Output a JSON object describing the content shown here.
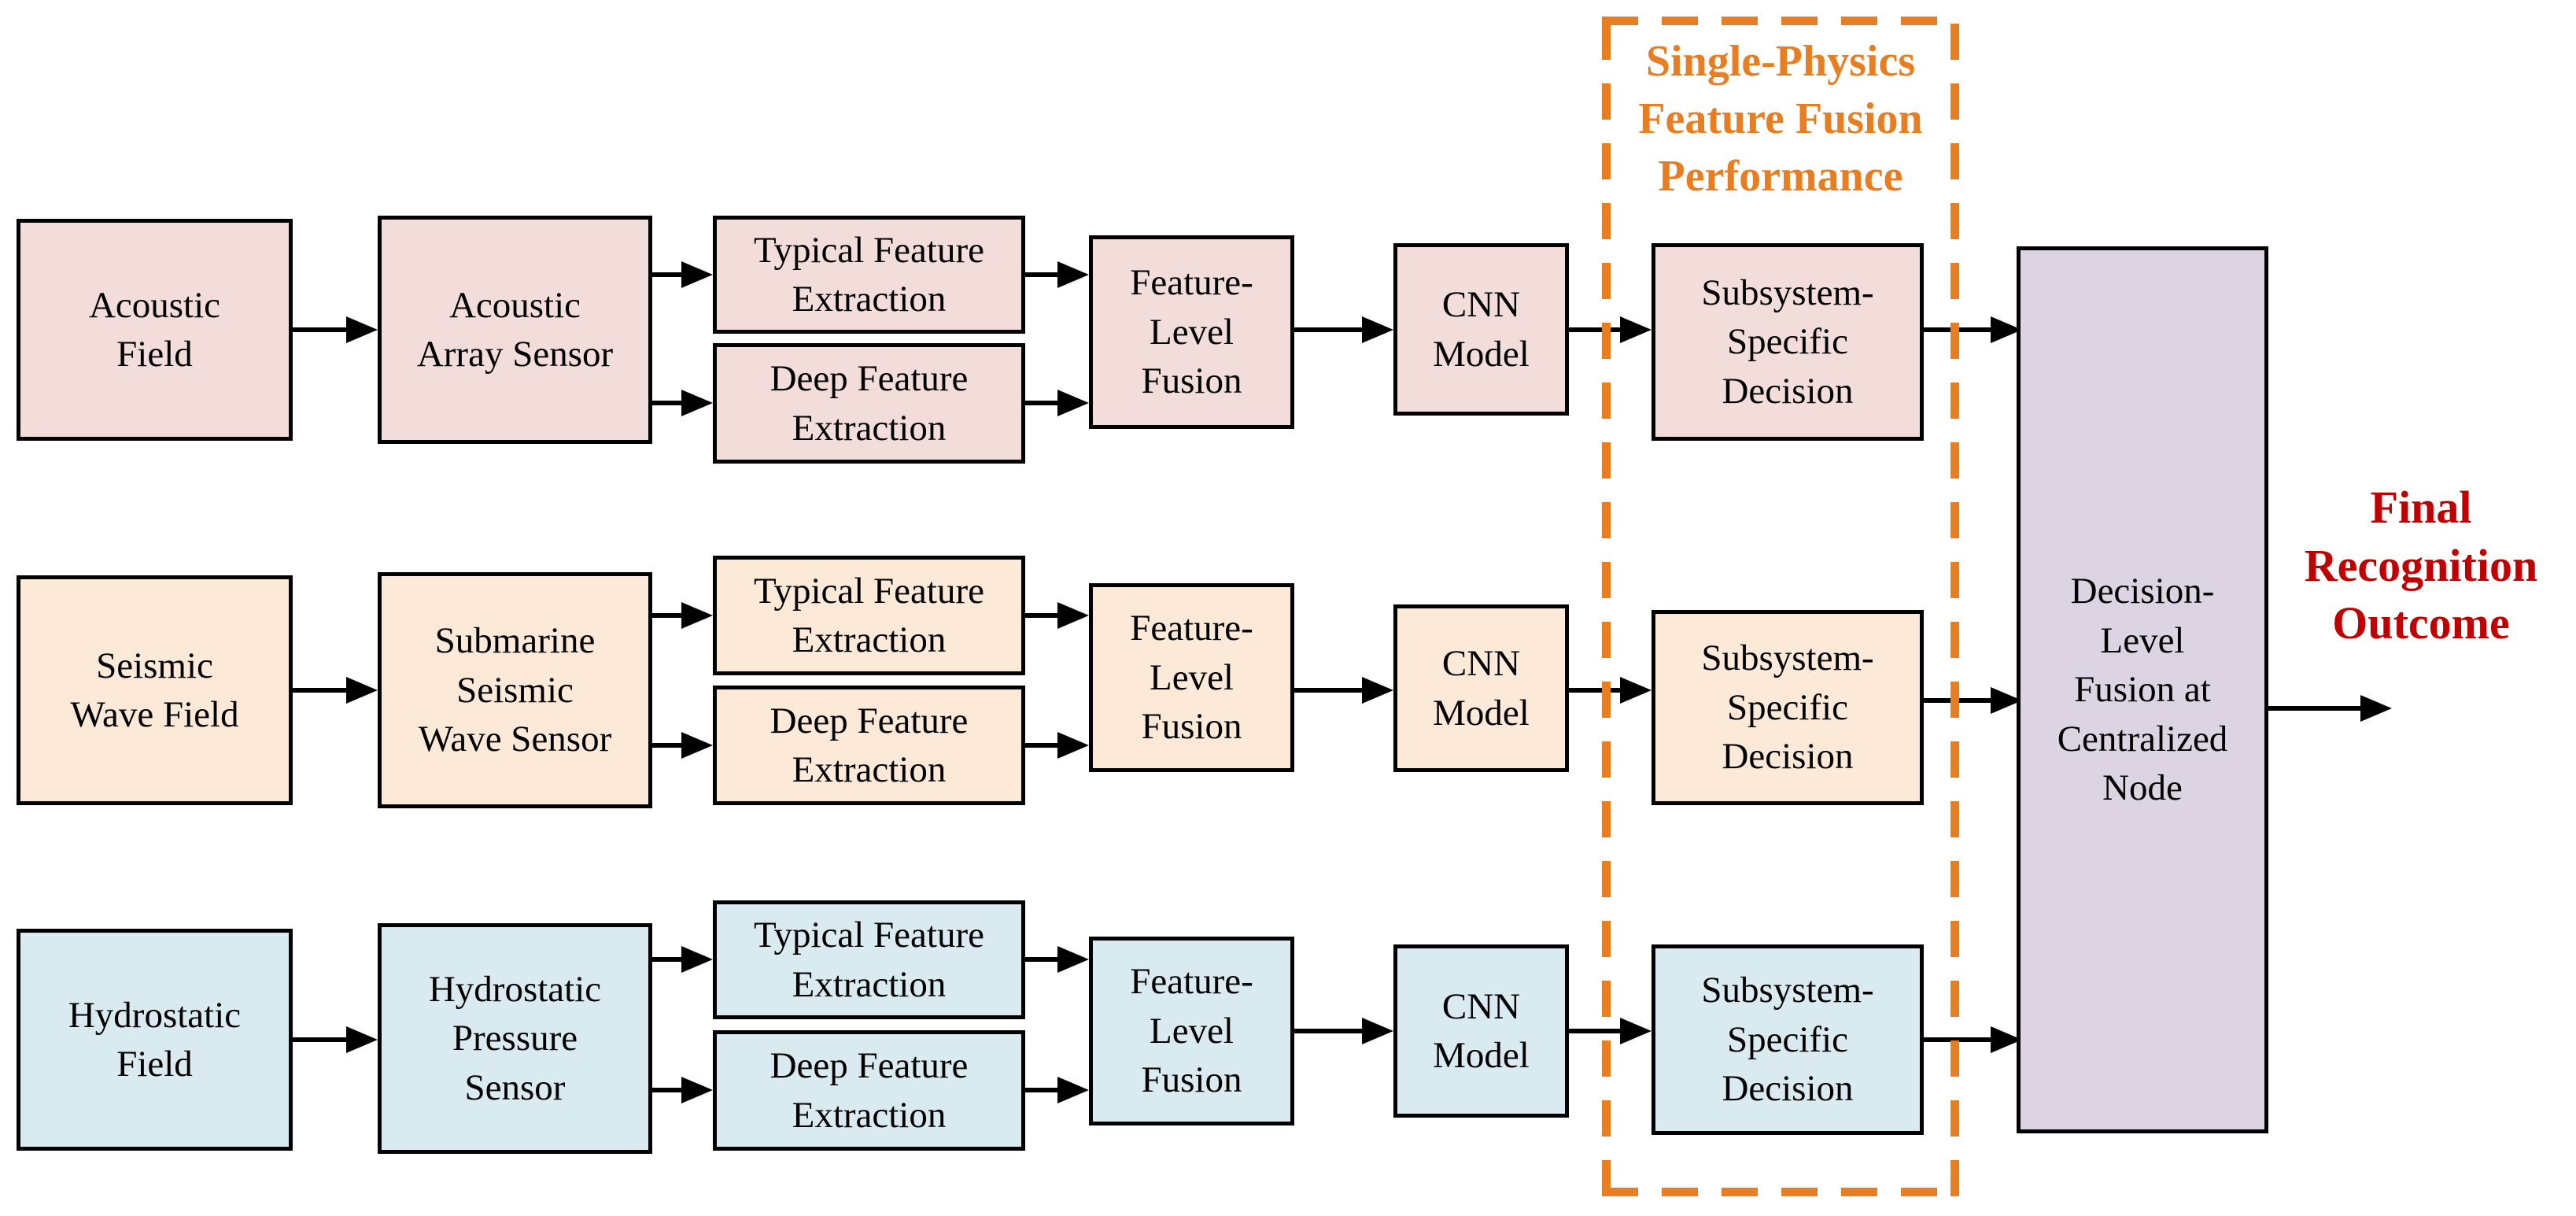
{
  "colors": {
    "acoustic_row_fill": "#F2DDDB",
    "seismic_row_fill": "#FCE9D8",
    "hydrostatic_row_fill": "#D9EAF1",
    "fusion_node_fill": "#DCD4E2",
    "dashed_group_orange": "#E87E22",
    "outcome_red": "#C00000",
    "line_color": "#000000"
  },
  "dashed_group": {
    "title": "Single-Physics\nFeature Fusion\nPerformance"
  },
  "rows": [
    {
      "id": "acoustic",
      "field": "Acoustic\nField",
      "sensor": "Acoustic\nArray Sensor",
      "typical": "Typical Feature\nExtraction",
      "deep": "Deep Feature\nExtraction",
      "fusion": "Feature-\nLevel\nFusion",
      "cnn": "CNN\nModel",
      "decision": "Subsystem-\nSpecific\nDecision"
    },
    {
      "id": "seismic",
      "field": "Seismic\nWave Field",
      "sensor": "Submarine\nSeismic\nWave Sensor",
      "typical": "Typical Feature\nExtraction",
      "deep": "Deep Feature\nExtraction",
      "fusion": "Feature-\nLevel\nFusion",
      "cnn": "CNN\nModel",
      "decision": "Subsystem-\nSpecific\nDecision"
    },
    {
      "id": "hydrostatic",
      "field": "Hydrostatic\nField",
      "sensor": "Hydrostatic\nPressure\nSensor",
      "typical": "Typical Feature\nExtraction",
      "deep": "Deep Feature\nExtraction",
      "fusion": "Feature-\nLevel\nFusion",
      "cnn": "CNN\nModel",
      "decision": "Subsystem-\nSpecific\nDecision"
    }
  ],
  "fusion_node": {
    "label": "Decision-\nLevel\nFusion at\nCentralized\nNode"
  },
  "final_outcome": {
    "label": "Final\nRecognition\nOutcome"
  }
}
